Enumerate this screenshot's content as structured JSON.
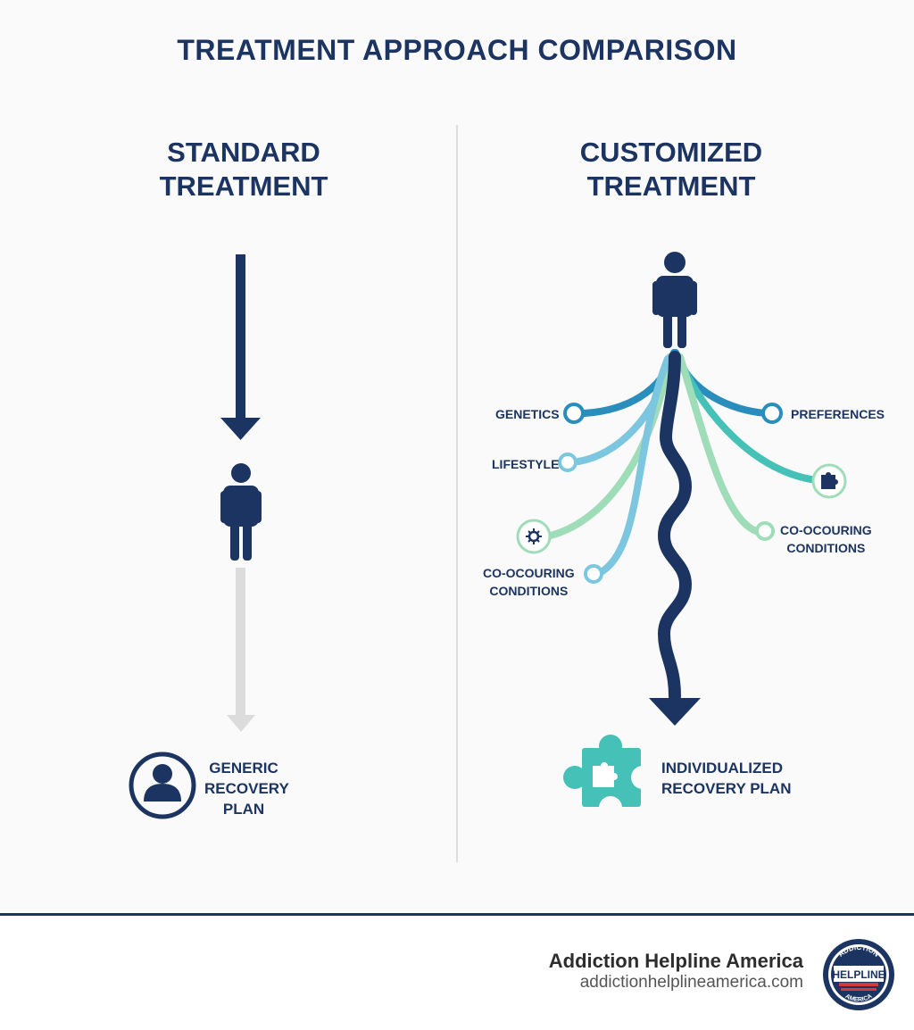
{
  "title": "TREATMENT APPROACH COMPARISON",
  "standard": {
    "heading_line1": "STANDARD",
    "heading_line2": "TREATMENT",
    "outcome": [
      "GENERIC",
      "RECOVERY",
      "PLAN"
    ]
  },
  "customized": {
    "heading_line1": "CUSTOMIZED",
    "heading_line2": "TREATMENT",
    "factors": {
      "genetics": "GENETICS",
      "preferences": "PREFERENCES",
      "lifestyle": "LIFESTYLE",
      "cooccurring_right": [
        "CO-OCOURING",
        "CONDITIONS"
      ],
      "cooccurring_left": [
        "CO-OCOURING",
        "CONDITIONS"
      ]
    },
    "outcome": [
      "INDIVIDUALIZED",
      "RECOVERY PLAN"
    ]
  },
  "footer": {
    "brand": "Addiction Helpline America",
    "url": "addictionhelplineamerica.com",
    "seal_top": "ADDICTION",
    "seal_middle": "HELPLINE",
    "seal_bottom": "AMERICA"
  },
  "colors": {
    "navy": "#1c3461",
    "teal": "#45c1b8",
    "blue": "#2a8ebd",
    "light_blue": "#7cc6e0",
    "mint": "#9fdcb8",
    "gray_arrow": "#dcdcdc"
  }
}
